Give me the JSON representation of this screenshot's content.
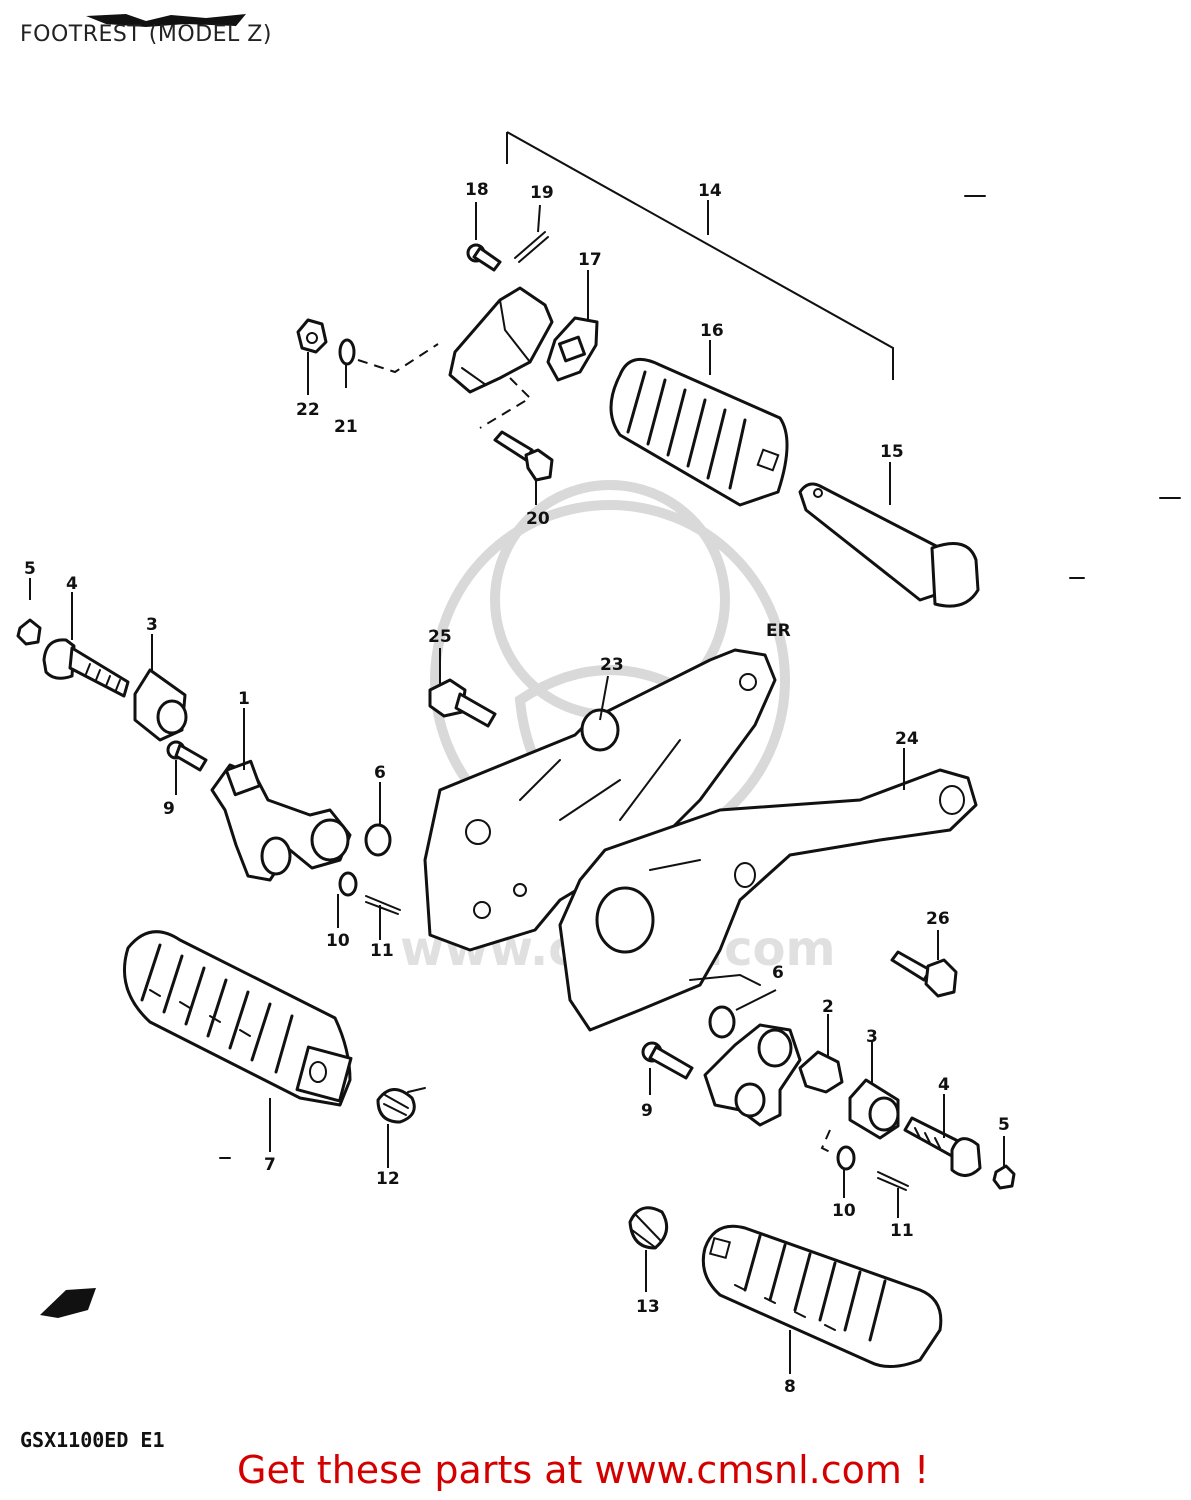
{
  "title": "FOOTREST (MODEL Z)",
  "model_code": "GSX1100ED E1",
  "promo_text": "Get these parts at www.cmsnl.com !",
  "watermark_text": "www.cmsnl.com",
  "side_mark": "ER",
  "colors": {
    "promo": "#d40000",
    "line": "#111111",
    "watermark": "#d9d9d9"
  },
  "callouts": [
    "1",
    "2",
    "3",
    "3",
    "4",
    "4",
    "5",
    "5",
    "6",
    "6",
    "7",
    "8",
    "9",
    "9",
    "10",
    "10",
    "11",
    "11",
    "12",
    "13",
    "14",
    "15",
    "16",
    "17",
    "18",
    "19",
    "20",
    "21",
    "22",
    "23",
    "24",
    "25",
    "26"
  ]
}
